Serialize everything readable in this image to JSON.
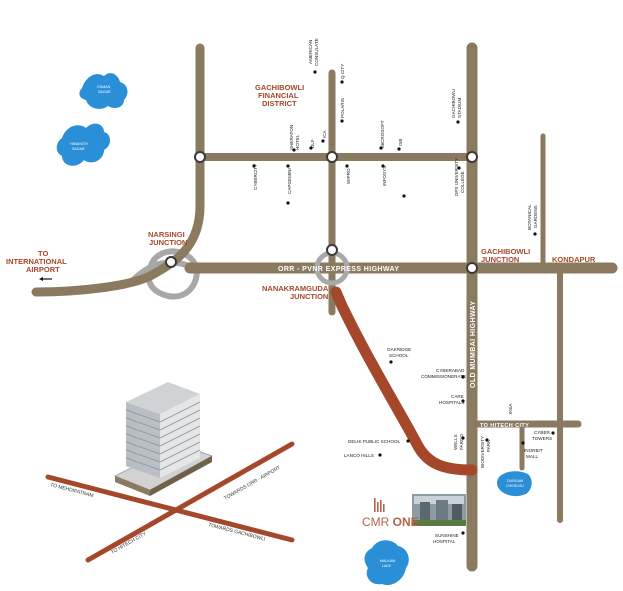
{
  "colors": {
    "road": "#8a7a5f",
    "route_highlight": "#a5472b",
    "lake": "#2a8fd6",
    "label_red": "#a5472b",
    "ramp": "#a8a8a8"
  },
  "area_labels": {
    "gachibowli_fd_1": "GACHIBOWLI",
    "gachibowli_fd_2": "FINANCIAL",
    "gachibowli_fd_3": "DISTRICT",
    "to_airport_1": "TO",
    "to_airport_2": "INTERNATIONAL",
    "to_airport_3": "AIRPORT",
    "narsingi_1": "NARSINGI",
    "narsingi_2": "JUNCTION",
    "nanakramguda_1": "NANAKRAMGUDA",
    "nanakramguda_2": "JUNCTION",
    "gachibowli_j_1": "GACHIBOWLI",
    "gachibowli_j_2": "JUNCTION",
    "kondapur": "KONDAPUR"
  },
  "road_labels": {
    "orr": "ORR - PVNR EXPRESS HIGHWAY",
    "old_mumbai": "OLD MUMBAI HIGHWAY",
    "to_hitech": "TO HITECH CITY"
  },
  "landmarks": {
    "american_consulate_1": "AMERICAN",
    "american_consulate_2": "CONSULATE",
    "q_city": "Q CITY",
    "polaris": "POLARIS",
    "gachibowli_stadium_1": "GACHIBOWLI",
    "gachibowli_stadium_2": "STADIUM",
    "sheraton_1": "SHERATON",
    "sheraton_2": "HOTEL",
    "ica": "ICA",
    "dlf": "DLF",
    "microsoft": "MICROSOFT",
    "isb": "ISB",
    "cybercity": "CYBERCITY",
    "capgemini": "CAPGEMINI",
    "wipro": "WIPRO",
    "infosys": "INFOSYS",
    "dps_university_1": "DPS UNIVERSITY",
    "dps_university_2": "COLLEGE",
    "botanical_1": "BOTANICAL",
    "botanical_2": "GARDENS",
    "oakridge_1": "OAKRIDGE",
    "oakridge_2": "SCHOOL",
    "cyberabad_1": "CYBERABAD",
    "cyberabad_2": "COMMISSIONERATE",
    "care_1": "CARE",
    "care_2": "HOSPITALS",
    "ikea": "IKEA",
    "cyber_towers_1": "CYBER",
    "cyber_towers_2": "TOWERS",
    "dps": "DELHI PUBLIC SCHOOL",
    "lanco": "LANCO HILLS",
    "wells_fargo_1": "WELLS",
    "wells_fargo_2": "FARGO",
    "bio_park_1": "BIODIVERSITY",
    "bio_park_2": "PARK",
    "inorbit_1": "INORBIT",
    "inorbit_2": "MALL",
    "sunshine_1": "SUNSHINE",
    "sunshine_2": "HOSPITAL"
  },
  "lakes": {
    "osman_1": "OSMAN",
    "osman_2": "SAGAR",
    "himayath_1": "HIMAYATH",
    "himayath_2": "SAGAR",
    "durgam_1": "DURGAM",
    "durgam_2": "CHERUVU",
    "malkam_1": "MALKAM",
    "malkam_2": "LAKE"
  },
  "inset_labels": {
    "to_mehdipatnam": "TO MEHDIPATNAM",
    "towards_orr_airport": "TOWARDS ORR - AIRPORT",
    "towards_gachibowli": "TOWARDS GACHIBOWLI",
    "to_hitech_city": "TO HITECH CITY"
  },
  "brand": {
    "name_part1": "CMR ",
    "name_part2": "ONE"
  }
}
